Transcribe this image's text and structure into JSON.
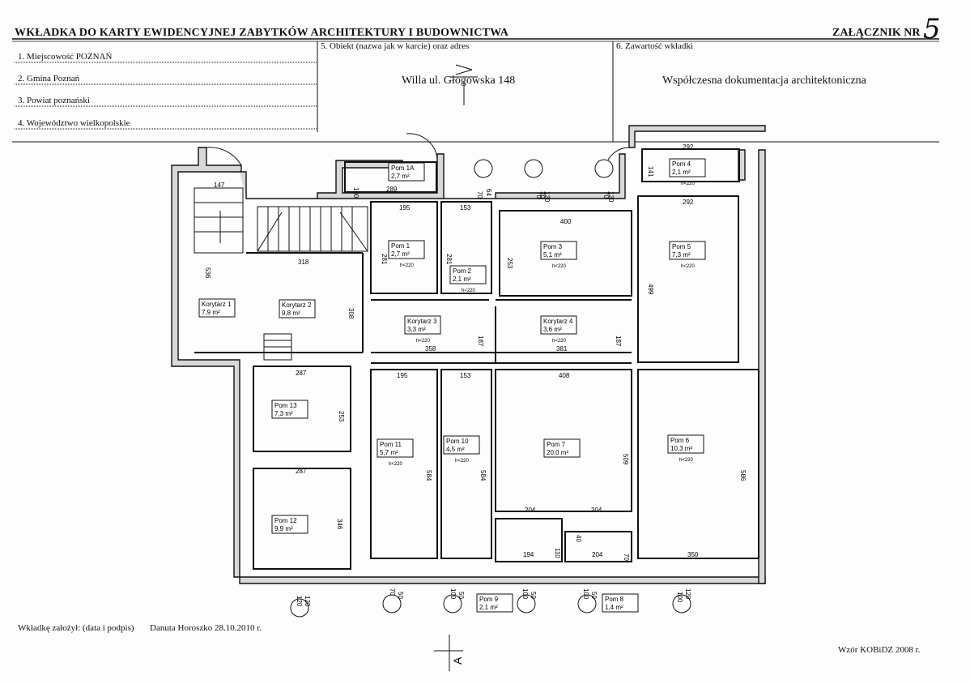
{
  "header": {
    "title": "WKŁADKA DO KARTY EWIDENCYJNEJ ZABYTKÓW ARCHITEKTURY I BUDOWNICTWA",
    "attachment_label": "ZAŁĄCZNIK NR",
    "attachment_number": "5"
  },
  "fields": {
    "locality": "1. Miejscowość POZNAŃ",
    "commune": "2. Gmina Poznań",
    "district": "3. Powiat poznański",
    "voivodeship": "4. Województwo wielkopolskie",
    "object_label": "5. Obiekt (nazwa jak w karcie) oraz adres",
    "object_value": "Willa ul. Głogowska 148",
    "content_label": "6. Zawartość wkładki",
    "content_value": "Współczesna dokumentacja architektoniczna"
  },
  "footer": {
    "prepared_label": "Wkładkę założył: (data i podpis)",
    "prepared_value": "Danuta Horoszko 28.10.2010 r.",
    "template": "Wzór KOBiDZ 2008 r."
  },
  "plan": {
    "section_mark": "A",
    "rooms": [
      {
        "name": "Pom 1A",
        "area": "2,7 m²"
      },
      {
        "name": "Pom 1",
        "area": "2,7 m²",
        "h": "h<220"
      },
      {
        "name": "Pom 2",
        "area": "2,1 m²",
        "h": "h<220"
      },
      {
        "name": "Pom 3",
        "area": "5,1 m²",
        "h": "h<220"
      },
      {
        "name": "Pom 4",
        "area": "2,1 m²",
        "h": "h<220"
      },
      {
        "name": "Pom 5",
        "area": "7,3 m²",
        "h": "h<220"
      },
      {
        "name": "Korytarz 1",
        "area": "7,9 m²"
      },
      {
        "name": "Korytarz 2",
        "area": "9,8 m²"
      },
      {
        "name": "Korytarz 3",
        "area": "3,3 m²",
        "h": "h<220"
      },
      {
        "name": "Korytarz 4",
        "area": "3,6 m²",
        "h": "h<220"
      },
      {
        "name": "Pom 13",
        "area": "7,3 m²"
      },
      {
        "name": "Pom 12",
        "area": "9,9 m²"
      },
      {
        "name": "Pom 11",
        "area": "5,7 m²",
        "h": "h<220"
      },
      {
        "name": "Pom 10",
        "area": "4,5 m²",
        "h": "h<220"
      },
      {
        "name": "Pom 7",
        "area": "20,0 m²"
      },
      {
        "name": "Pom 6",
        "area": "10,3 m²",
        "h": "h<220"
      },
      {
        "name": "Pom 9",
        "area": "2,1 m²"
      },
      {
        "name": "Pom 8",
        "area": "1,4 m²"
      }
    ],
    "dims": [
      "147",
      "536",
      "100",
      "289",
      "195",
      "281",
      "153",
      "281",
      "400",
      "253",
      "292",
      "141",
      "292",
      "499",
      "318",
      "308",
      "358",
      "187",
      "381",
      "187",
      "287",
      "253",
      "287",
      "346",
      "195",
      "584",
      "153",
      "584",
      "408",
      "509",
      "204",
      "204",
      "40",
      "110",
      "194",
      "204",
      "70",
      "350",
      "586",
      "70",
      "64",
      "70",
      "120",
      "70",
      "120",
      "120",
      "70",
      "50",
      "100",
      "50",
      "100",
      "50",
      "100",
      "50",
      "100",
      "120",
      "70",
      "120",
      "70"
    ]
  }
}
